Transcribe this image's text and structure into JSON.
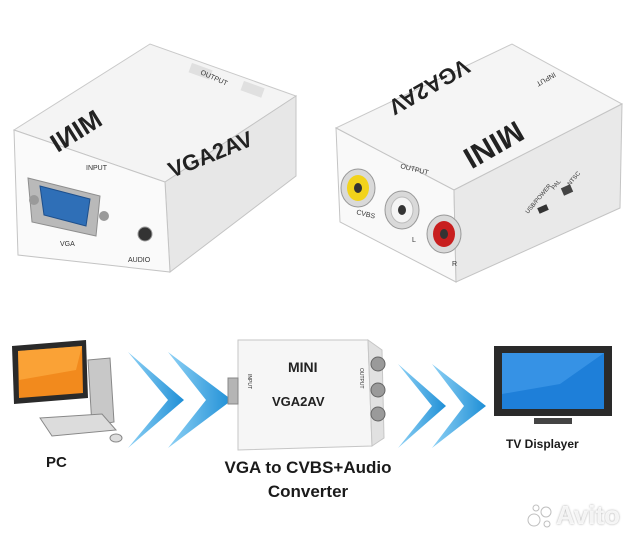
{
  "device_left": {
    "brand": "MINI",
    "model": "VGA2AV",
    "port_input": "INPUT",
    "port_output": "OUTPUT",
    "port_vga": "VGA",
    "port_audio": "AUDIO"
  },
  "device_right": {
    "brand": "MINI",
    "model": "VGA2AV",
    "port_input": "INPUT",
    "port_output": "OUTPUT",
    "port_cvbs": "CVBS",
    "port_l": "L",
    "port_r": "R",
    "port_usb": "USB/POWER",
    "switch_pal": "PAL",
    "switch_ntsc": "NTSC"
  },
  "diagram": {
    "pc_label": "PC",
    "device_brand": "MINI",
    "device_model": "VGA2AV",
    "device_input": "INPUT",
    "device_output": "OUTPUT",
    "tv_label": "TV Displayer",
    "caption_line1": "VGA to CVBS+Audio",
    "caption_line2": "Converter"
  },
  "watermark": {
    "text": "Avito",
    "icon": "avito-dots-icon"
  },
  "colors": {
    "arrow_blue": "#1f8fd6",
    "tv_screen": "#1e7fd9",
    "rca_yellow": "#f2d31b",
    "rca_red": "#c81e1e",
    "vga_blue": "#2f6fb7"
  }
}
